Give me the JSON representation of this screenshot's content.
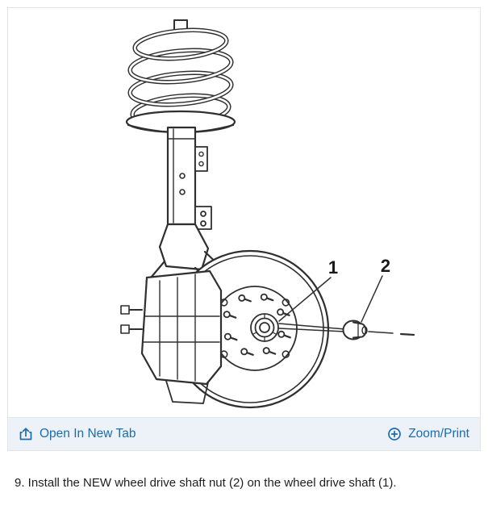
{
  "figure": {
    "toolbar": {
      "open_in_new_tab_label": "Open In New Tab",
      "zoom_print_label": "Zoom/Print"
    },
    "callouts": {
      "one": "1",
      "two": "2"
    }
  },
  "instruction_text": "9. Install the NEW wheel drive shaft nut (2) on the wheel drive shaft (1).",
  "colors": {
    "link_blue": "#1a6bb0",
    "toolbar_background": "#edf2f8",
    "panel_border": "#e3e3e3",
    "line_art": "#2f2f2f",
    "body_text": "#1e1e1e"
  }
}
